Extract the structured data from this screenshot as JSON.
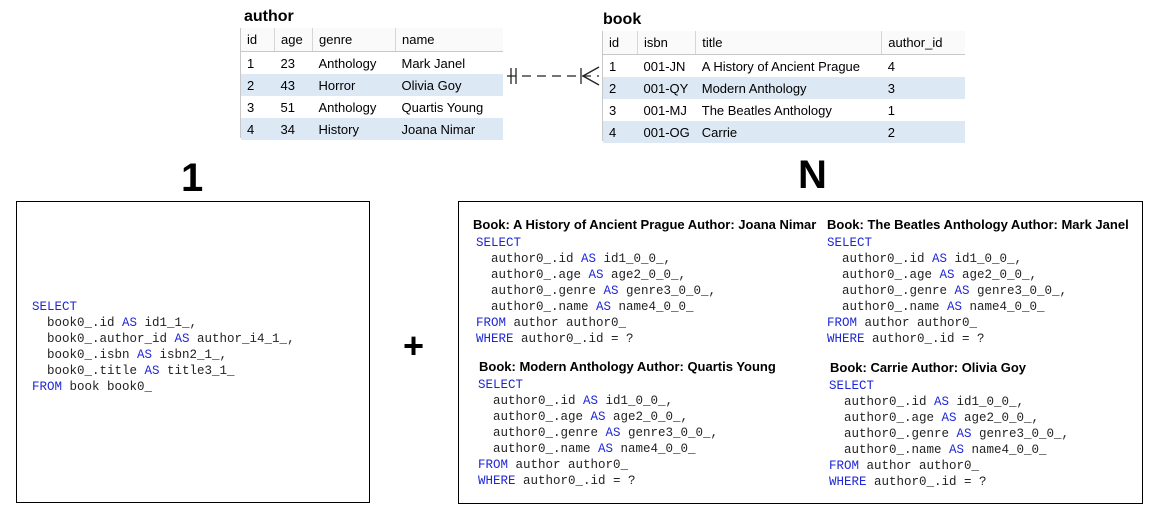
{
  "author_table": {
    "name": "author",
    "columns": [
      "id",
      "age",
      "genre",
      "name"
    ],
    "rows": [
      [
        "1",
        "23",
        "Anthology",
        "Mark Janel"
      ],
      [
        "2",
        "43",
        "Horror",
        "Olivia Goy"
      ],
      [
        "3",
        "51",
        "Anthology",
        "Quartis Young"
      ],
      [
        "4",
        "34",
        "History",
        "Joana Nimar"
      ]
    ]
  },
  "book_table": {
    "name": "book",
    "columns": [
      "id",
      "isbn",
      "title",
      "author_id"
    ],
    "rows": [
      [
        "1",
        "001-JN",
        "A History of Ancient Prague",
        "4"
      ],
      [
        "2",
        "001-QY",
        "Modern Anthology",
        "3"
      ],
      [
        "3",
        "001-MJ",
        "The Beatles Anthology",
        "1"
      ],
      [
        "4",
        "001-OG",
        "Carrie",
        "2"
      ]
    ]
  },
  "labels": {
    "one": "1",
    "many": "N",
    "plus": "+"
  },
  "left_query": {
    "lines": [
      [
        {
          "k": "SELECT"
        }
      ],
      [
        {
          "t": "  book0_.id "
        },
        {
          "k": "AS"
        },
        {
          "t": " id1_1_,"
        }
      ],
      [
        {
          "t": "  book0_.author_id "
        },
        {
          "k": "AS"
        },
        {
          "t": " author_i4_1_,"
        }
      ],
      [
        {
          "t": "  book0_.isbn "
        },
        {
          "k": "AS"
        },
        {
          "t": " isbn2_1_,"
        }
      ],
      [
        {
          "t": "  book0_.title "
        },
        {
          "k": "AS"
        },
        {
          "t": " title3_1_"
        }
      ],
      [
        {
          "k": "FROM"
        },
        {
          "t": " book book0_"
        }
      ]
    ]
  },
  "author_query_lines": [
    [
      {
        "k": "SELECT"
      }
    ],
    [
      {
        "t": "  author0_.id "
      },
      {
        "k": "AS"
      },
      {
        "t": " id1_0_0_,"
      }
    ],
    [
      {
        "t": "  author0_.age "
      },
      {
        "k": "AS"
      },
      {
        "t": " age2_0_0_,"
      }
    ],
    [
      {
        "t": "  author0_.genre "
      },
      {
        "k": "AS"
      },
      {
        "t": " genre3_0_0_,"
      }
    ],
    [
      {
        "t": "  author0_.name "
      },
      {
        "k": "AS"
      },
      {
        "t": " name4_0_0_"
      }
    ],
    [
      {
        "k": "FROM"
      },
      {
        "t": " author author0_"
      }
    ],
    [
      {
        "k": "WHERE"
      },
      {
        "t": " author0_.id = ?"
      }
    ]
  ],
  "queries": [
    {
      "heading": "Book: A History of Ancient Prague Author: Joana Nimar"
    },
    {
      "heading": "Book: The Beatles Anthology Author: Mark Janel"
    },
    {
      "heading": "Book: Modern Anthology Author: Quartis Young"
    },
    {
      "heading": "Book: Carrie Author: Olivia Goy"
    }
  ],
  "colors": {
    "keyword": "#1e26d6",
    "row_stripe": "#dde8f5"
  }
}
